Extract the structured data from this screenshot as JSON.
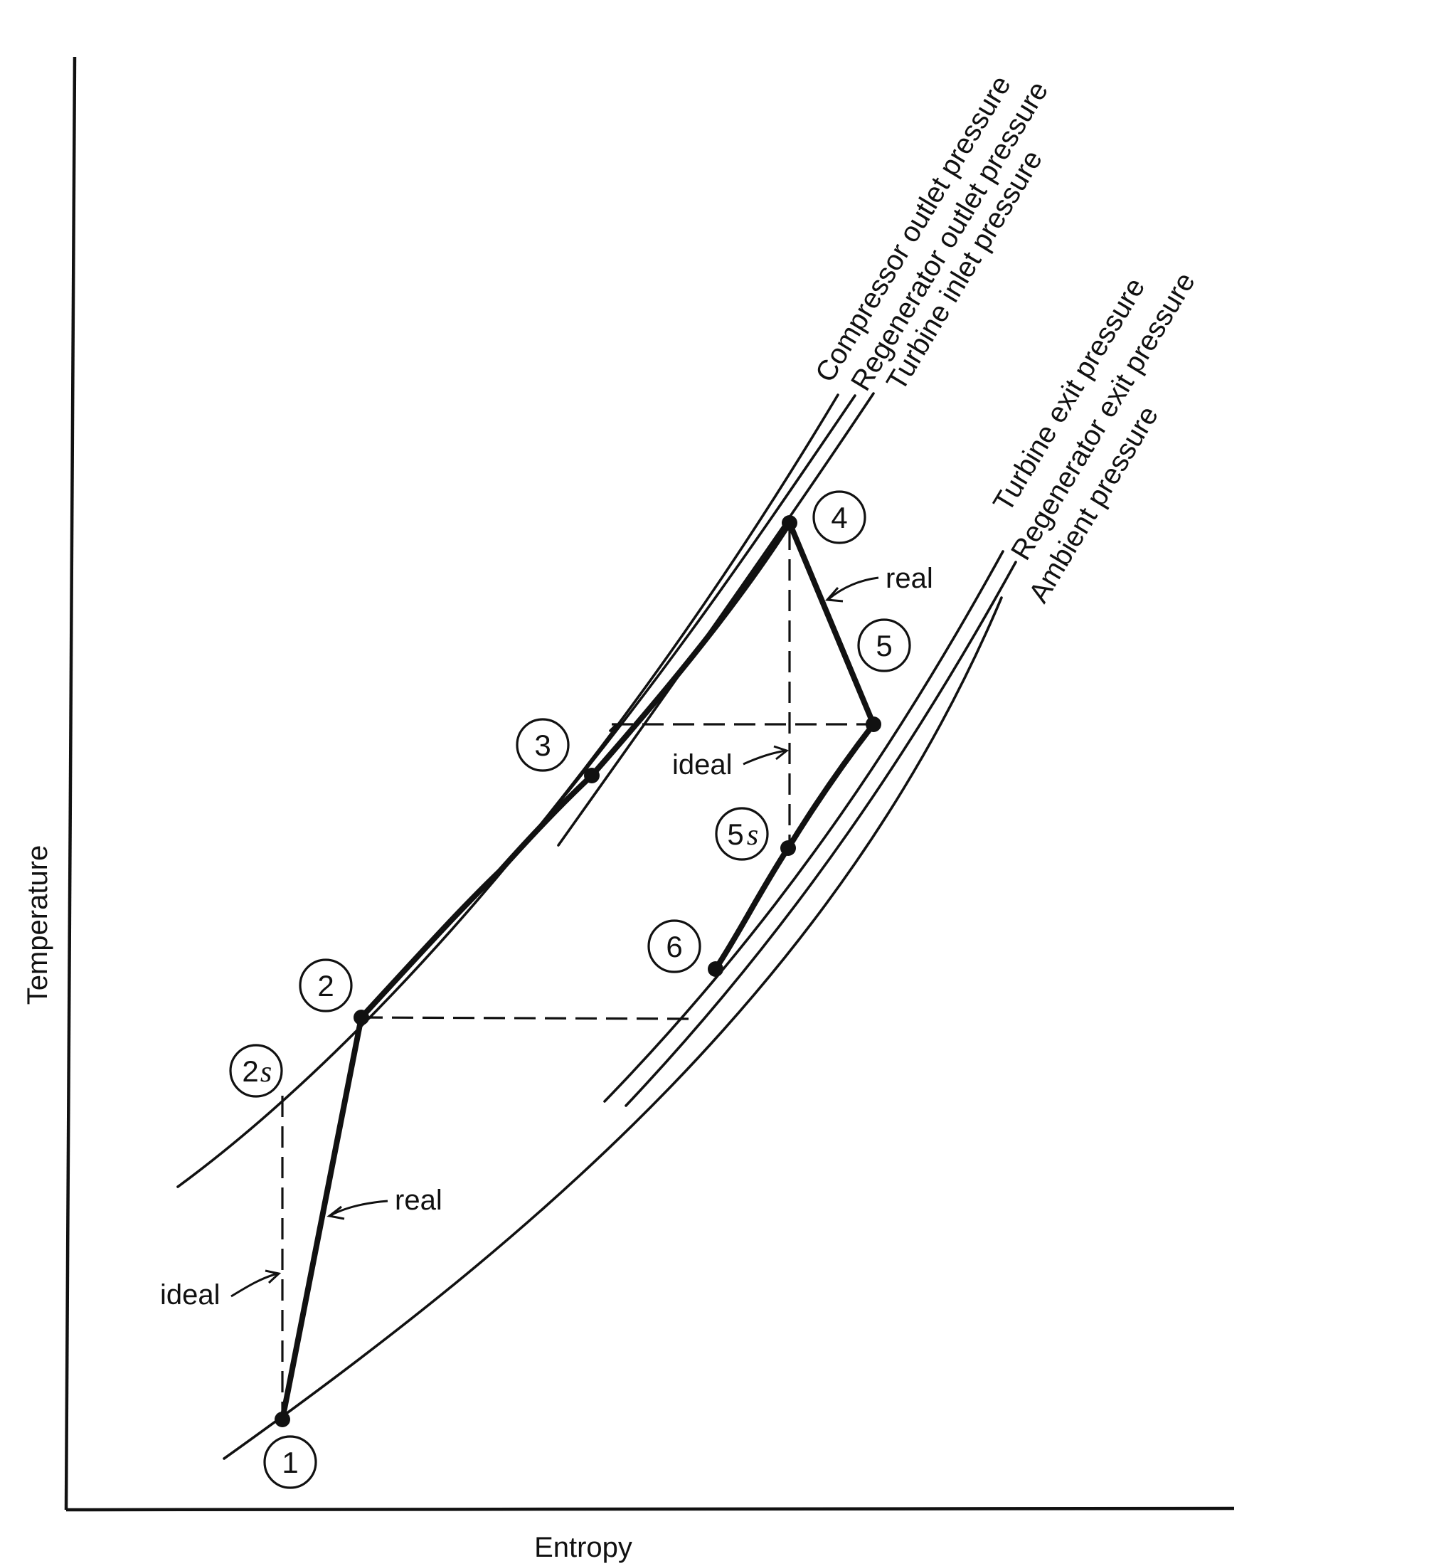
{
  "axes": {
    "x_label": "Entropy",
    "y_label": "Temperature"
  },
  "isobars": {
    "compressor_outlet": "Compressor outlet pressure",
    "regenerator_outlet": "Regenerator outlet pressure",
    "turbine_inlet": "Turbine inlet pressure",
    "turbine_exit": "Turbine exit pressure",
    "regenerator_exit": "Regenerator exit pressure",
    "ambient": "Ambient pressure"
  },
  "states": {
    "s1": "1",
    "s2": "2",
    "s2s_num": "2",
    "s2s_sub": "s",
    "s3": "3",
    "s4": "4",
    "s5": "5",
    "s5s_num": "5",
    "s5s_sub": "s",
    "s6": "6"
  },
  "annotations": {
    "compressor_real": "real",
    "compressor_ideal": "ideal",
    "turbine_real": "real",
    "turbine_ideal": "ideal"
  }
}
